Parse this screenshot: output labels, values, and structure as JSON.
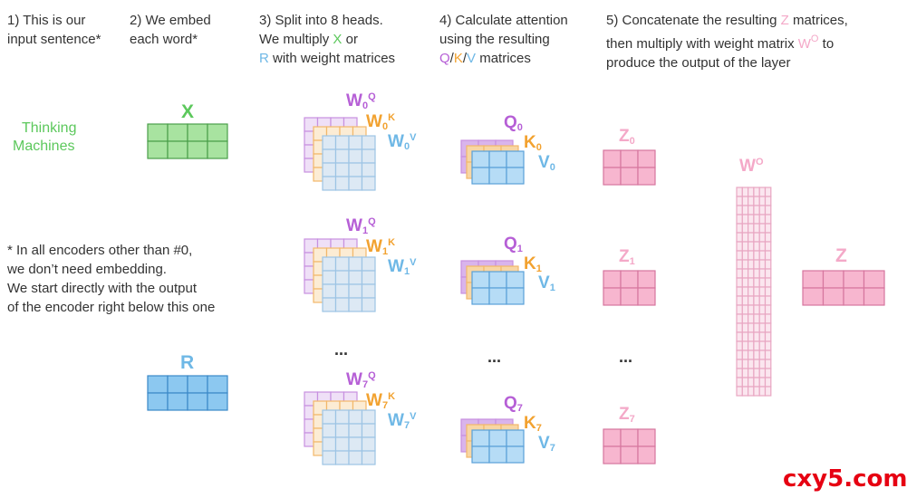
{
  "steps": {
    "s1": {
      "l1": "1) This is our",
      "l2": "input sentence*"
    },
    "s2": {
      "l1": "2) We embed",
      "l2": "each word*"
    },
    "s3": {
      "l1": "3) Split into 8 heads.",
      "l2a": "We multiply ",
      "x": "X",
      "l2b": " or",
      "r": "R",
      "l3": " with weight matrices"
    },
    "s4": {
      "l1": "4) Calculate attention",
      "l2": "using the resulting",
      "q": "Q",
      "sep1": "/",
      "k": "K",
      "sep2": "/",
      "v": "V",
      "l3": " matrices"
    },
    "s5": {
      "l1a": "5) Concatenate the resulting ",
      "z": "Z",
      "l1b": " matrices,",
      "l2a": "then multiply with weight matrix ",
      "wo": "W",
      "wo_sup": "O",
      "l2b": " to",
      "l3": "produce the output of the layer"
    }
  },
  "sentence": {
    "w1": "Thinking",
    "w2": "Machines"
  },
  "note": {
    "l1": "* In all encoders other than #0,",
    "l2": "we don’t need embedding.",
    "l3": "We start directly with the output",
    "l4": "of the encoder right below this one"
  },
  "matrices": {
    "x": "X",
    "r": "R",
    "wo": "W",
    "wo_sup": "O",
    "z": "Z",
    "ellipsis": "..."
  },
  "heads": [
    {
      "w": "W",
      "q": "Q",
      "k": "K",
      "v": "V",
      "z": "Z",
      "idx": "0"
    },
    {
      "w": "W",
      "q": "Q",
      "k": "K",
      "v": "V",
      "z": "Z",
      "idx": "1"
    },
    {
      "w": "W",
      "q": "Q",
      "k": "K",
      "v": "V",
      "z": "Z",
      "idx": "7"
    }
  ],
  "watermark": "cxy5.com",
  "colors": {
    "green": "#5cc85c",
    "blue": "#6fb8e6",
    "purple": "#b65fd6",
    "orange": "#f2a230",
    "pink": "#f4a9c8",
    "text": "#333333",
    "watermark": "#e60012"
  }
}
